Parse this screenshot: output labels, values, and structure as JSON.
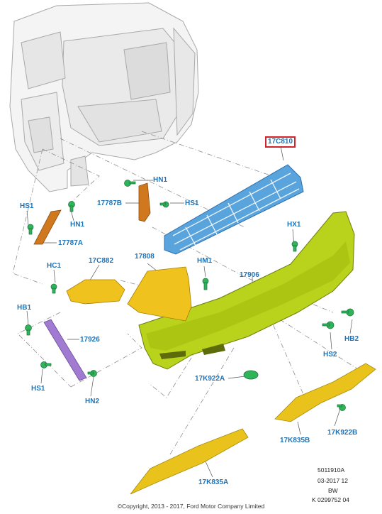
{
  "colors": {
    "label": "#1f73b7",
    "highlight_box": "#d2232a",
    "deflector": "#5aa4dd",
    "bumper": "#b9d21b",
    "part_yellow": "#f0c21e",
    "part_orange": "#d0781e",
    "part_purple": "#a17ad1",
    "fastener_green": "#2fb45a",
    "body_outline": "#b8b8b8"
  },
  "labels": {
    "l17C810": "17C810",
    "hn1_top": "HN1",
    "l17787B": "17787B",
    "hs1_mid": "HS1",
    "hs1_left": "HS1",
    "hn1_left": "HN1",
    "l17787A": "17787A",
    "hx1": "HX1",
    "hc1": "HC1",
    "l17C882": "17C882",
    "l17808": "17808",
    "hm1": "HM1",
    "l17906": "17906",
    "hb1": "HB1",
    "l17926": "17926",
    "hb2": "HB2",
    "hs2": "HS2",
    "l17K922A": "17K922A",
    "hs1_bottom": "HS1",
    "hn2": "HN2",
    "l17K835B": "17K835B",
    "l17K922B": "17K922B",
    "l17K835A": "17K835A"
  },
  "meta": {
    "line1": "5011910A",
    "line2": "03-2017 12",
    "line3": "BW",
    "line4": "K 0299752 04"
  },
  "copyright": "©Copyright, 2013 - 2017, Ford Motor Company Limited"
}
